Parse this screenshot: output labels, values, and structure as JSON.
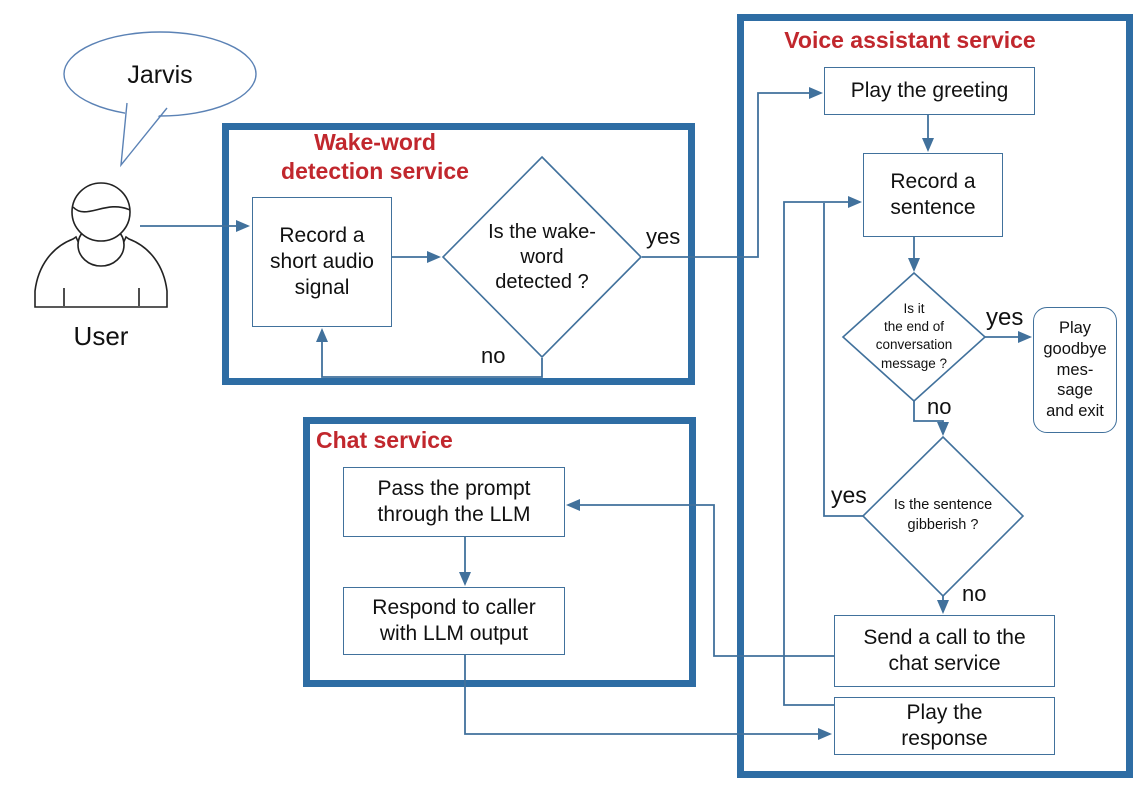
{
  "user": {
    "speech": "Jarvis",
    "label": "User"
  },
  "wake": {
    "title": "Wake-word\ndetection service",
    "record": "Record a\nshort audio\nsignal",
    "question": "Is the wake-\nword\ndetected ?",
    "yes": "yes",
    "no": "no"
  },
  "voice": {
    "title": "Voice assistant service",
    "greeting": "Play the greeting",
    "record": "Record a\nsentence",
    "end_question": "Is it\nthe end of\nconversation\nmessage ?",
    "end_yes": "yes",
    "end_no": "no",
    "goodbye": "Play\ngoodbye\nmes-\nsage\nand exit",
    "gib_question": "Is the sentence\ngibberish ?",
    "gib_yes": "yes",
    "gib_no": "no",
    "send_call": "Send a call to the\nchat service",
    "play_response": "Play the\nresponse"
  },
  "chat": {
    "title": "Chat service",
    "pass_prompt": "Pass the prompt\nthrough the LLM",
    "respond": "Respond to caller\nwith LLM output"
  },
  "colors": {
    "border-thick": "#2E6DA4",
    "shape": "#41719C",
    "red": "#C1272D",
    "ink": "#111111",
    "bubble": "#5B82B5",
    "fig": "#222222"
  }
}
